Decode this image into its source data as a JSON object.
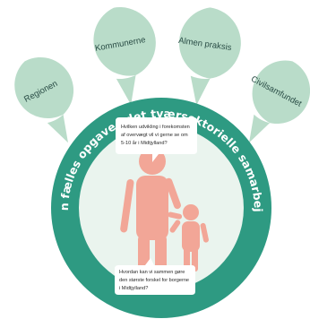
{
  "stakeholders": [
    {
      "label": "Regionen"
    },
    {
      "label": "Kommunerne"
    },
    {
      "label": "Almen praksis"
    },
    {
      "label": "Civilsamfundet"
    }
  ],
  "ring_title": "Den fælles opgave i det tværsektorielle samarbejde",
  "question_top": [
    "Hvilken udvikling i forekomsten",
    "af overvægt vil vi gerne se om",
    "5-10 år i Midtjylland?"
  ],
  "question_bottom": [
    "Hvordan kan vi sammen gøre",
    "den største forskel for borgerne",
    "i Midtjylland?"
  ],
  "colors": {
    "bubble_fill": "#b9dcc9",
    "ring_fill": "#2e9a82",
    "inner_fill": "#eaf4ee",
    "figure_fill": "#f2a697",
    "text_dark": "#2a4d46"
  }
}
